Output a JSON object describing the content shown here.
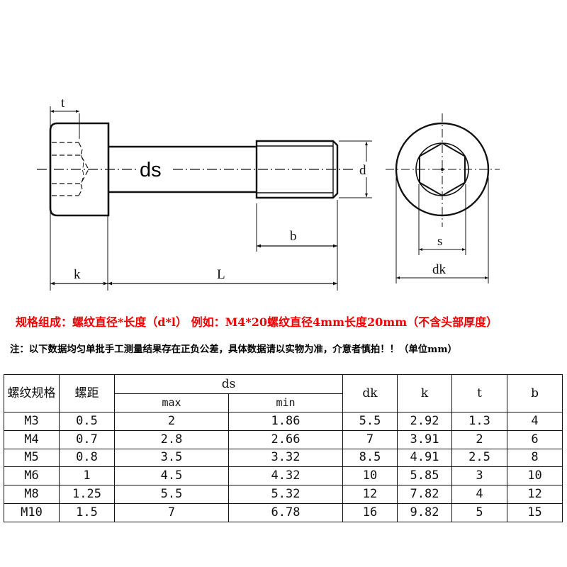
{
  "diagram": {
    "title": "Hex socket head cap screw dimension drawing",
    "labels": {
      "t": "t",
      "ds": "ds",
      "d": "d",
      "b": "b",
      "k": "k",
      "L": "L",
      "s": "s",
      "dk": "dk"
    }
  },
  "spec_line": "规格组成：螺纹直径*长度（d*l） 例如：M4*20螺纹直径4mm长度20mm（不含头部厚度）",
  "note_line": "注：以下数据均匀单批手工测量结果存在正负公差，具体数据请以实物为准，介意者慎拍！！（单位mm）",
  "colors": {
    "spec_text": "#f00000",
    "note_text": "#000000",
    "line": "#111111"
  },
  "table": {
    "headers": {
      "spec": "螺纹规格",
      "pitch": "螺距",
      "ds": "ds",
      "ds_max": "max",
      "ds_min": "min",
      "dk": "dk",
      "k": "k",
      "t": "t",
      "b": "b"
    },
    "rows": [
      {
        "spec": "M3",
        "pitch": "0.5",
        "ds_max": "2",
        "ds_min": "1.86",
        "dk": "5.5",
        "k": "2.92",
        "t": "1.3",
        "b": "4"
      },
      {
        "spec": "M4",
        "pitch": "0.7",
        "ds_max": "2.8",
        "ds_min": "2.66",
        "dk": "7",
        "k": "3.91",
        "t": "2",
        "b": "6"
      },
      {
        "spec": "M5",
        "pitch": "0.8",
        "ds_max": "3.5",
        "ds_min": "3.32",
        "dk": "8.5",
        "k": "4.91",
        "t": "2.5",
        "b": "8"
      },
      {
        "spec": "M6",
        "pitch": "1",
        "ds_max": "4.5",
        "ds_min": "4.32",
        "dk": "10",
        "k": "5.85",
        "t": "3",
        "b": "10"
      },
      {
        "spec": "M8",
        "pitch": "1.25",
        "ds_max": "5.5",
        "ds_min": "5.32",
        "dk": "12",
        "k": "7.82",
        "t": "4",
        "b": "12"
      },
      {
        "spec": "M10",
        "pitch": "1.5",
        "ds_max": "7",
        "ds_min": "6.78",
        "dk": "16",
        "k": "9.82",
        "t": "5",
        "b": "15"
      }
    ]
  }
}
